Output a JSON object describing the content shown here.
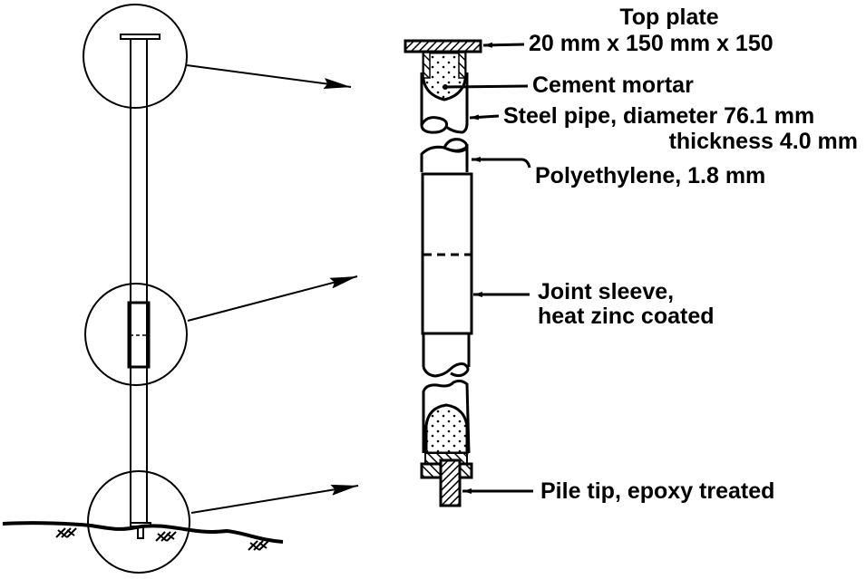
{
  "figure": {
    "colors": {
      "ink": "#000000",
      "background": "#ffffff"
    },
    "labels": {
      "top_plate_title": "Top plate",
      "top_plate_dims": "20 mm x 150 mm x 150",
      "cement_mortar": "Cement mortar",
      "steel_pipe_line1": "Steel pipe, diameter 76.1 mm",
      "steel_pipe_line2": "thickness 4.0 mm",
      "polyethylene": "Polyethylene, 1.8 mm",
      "joint_sleeve_line1": "Joint sleeve,",
      "joint_sleeve_line2": "heat zinc coated",
      "pile_tip": "Pile tip, epoxy treated"
    },
    "overview": {
      "detail_circles": [
        "top-detail",
        "joint-detail",
        "tip-detail"
      ]
    }
  }
}
